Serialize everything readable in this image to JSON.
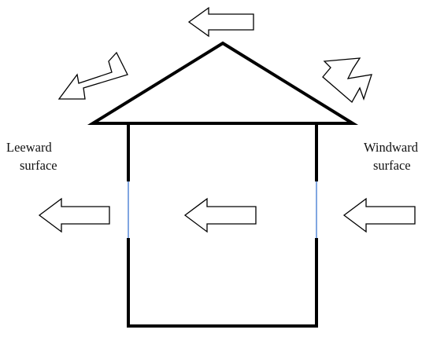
{
  "labels": {
    "leeward_line1": "Leeward",
    "leeward_line2": "surface",
    "windward_line1": "Windward",
    "windward_line2": "surface"
  },
  "colors": {
    "outline": "#000000",
    "opening": "#4a7fd4",
    "background": "#ffffff"
  },
  "icons": {
    "wind_arrow": "hollow-block-arrow",
    "roof_flow_arrow": "zigzag-hollow-arrow"
  }
}
